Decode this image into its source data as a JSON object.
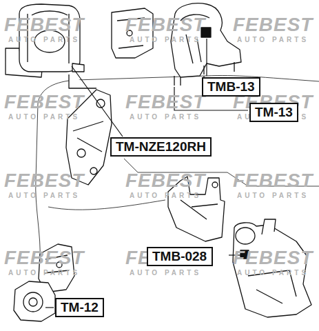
{
  "diagram": {
    "nodes": [
      {
        "text": [
          "TMB-13"
        ]
      },
      {
        "text": [
          "TM-13"
        ]
      },
      {
        "text": [
          "TM-NZE120RH"
        ]
      },
      {
        "text": [
          "TMB-028"
        ]
      },
      {
        "text": [
          "TM-12"
        ]
      }
    ],
    "edges": [],
    "labels": [
      "FEBEST",
      "AUTO PARTS",
      "FEBEST",
      "AUTO PARTS",
      "FEBEST",
      "AUTO PARTS",
      "FEBEST",
      "AUTO PARTS",
      "FEBEST",
      "AUTO PARTS",
      "FEBEST",
      "AUTO PARTS",
      "FEBEST",
      "AUTO PARTS",
      "FEBEST",
      "AUTO PARTS",
      "FEBEST",
      "AUTO PARTS",
      "FEBEST",
      "AUTO PARTS",
      "FEBEST",
      "AUTO PARTS",
      "FEBEST",
      "AUTO PARTS"
    ]
  }
}
